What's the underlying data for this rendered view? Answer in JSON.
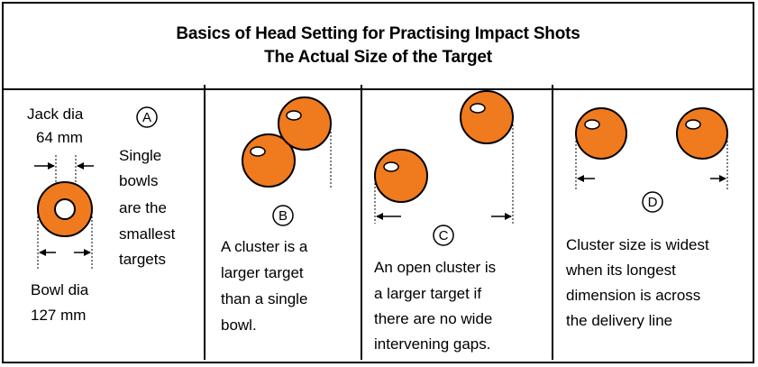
{
  "title": {
    "line1": "Basics of Head Setting for Practising Impact Shots",
    "line2": "The Actual Size of the Target"
  },
  "panel_a": {
    "letter": "A",
    "jack_label": "Jack dia",
    "jack_size": "64 mm",
    "note_lines": [
      "Single",
      "bowls",
      "are the",
      "smallest",
      "targets"
    ],
    "bowl_label": "Bowl dia",
    "bowl_size": "127 mm"
  },
  "panel_b": {
    "letter": "B",
    "caption_lines": [
      "A cluster is a",
      "larger target",
      "than a single",
      "bowl."
    ]
  },
  "panel_c": {
    "letter": "C",
    "caption_lines": [
      "An open cluster is",
      "a larger target if",
      "there are no wide",
      "intervening gaps."
    ]
  },
  "panel_d": {
    "letter": "D",
    "caption_lines": [
      "Cluster size is widest",
      "when its longest",
      "dimension is across",
      "the delivery line"
    ]
  },
  "colors": {
    "bowl_fill": "#f07a1e",
    "outline": "#000000",
    "highlight": "#ffffff"
  }
}
